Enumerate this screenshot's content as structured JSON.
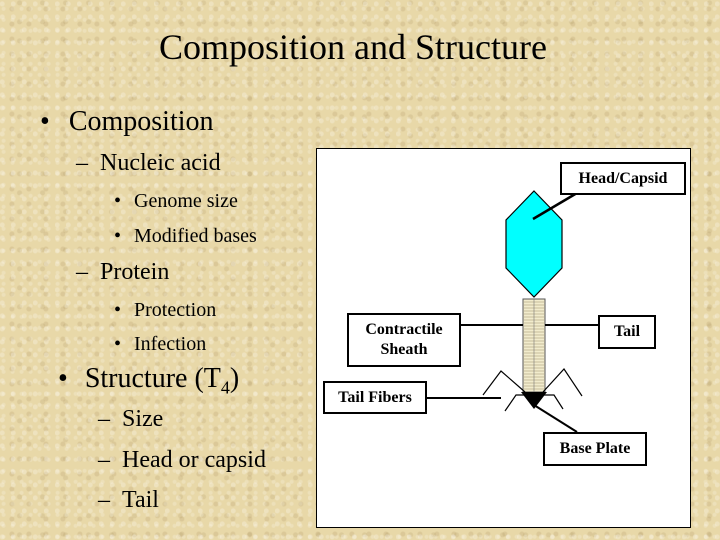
{
  "title": "Composition and Structure",
  "bullets": {
    "composition": "Composition",
    "nucleic_acid": "Nucleic acid",
    "genome_size": "Genome size",
    "modified_bases": "Modified bases",
    "protein": "Protein",
    "protection": "Protection",
    "infection": "Infection",
    "structure_prefix": "Structure (T",
    "structure_sub": "4",
    "structure_suffix": ")",
    "size": "Size",
    "head_or_capsid": "Head or capsid",
    "tail": "Tail"
  },
  "markers": {
    "level1": "•",
    "level2": "–",
    "level3": "•"
  },
  "diagram": {
    "labels": {
      "head_capsid": "Head/Capsid",
      "contractile_sheath_line1": "Contractile",
      "contractile_sheath_line2": "Sheath",
      "tail": "Tail",
      "tail_fibers": "Tail Fibers",
      "base_plate": "Base Plate"
    },
    "colors": {
      "capsid": "#00ffff",
      "sheath": "#f2eccd",
      "outline": "#000000",
      "background": "#ffffff"
    }
  }
}
